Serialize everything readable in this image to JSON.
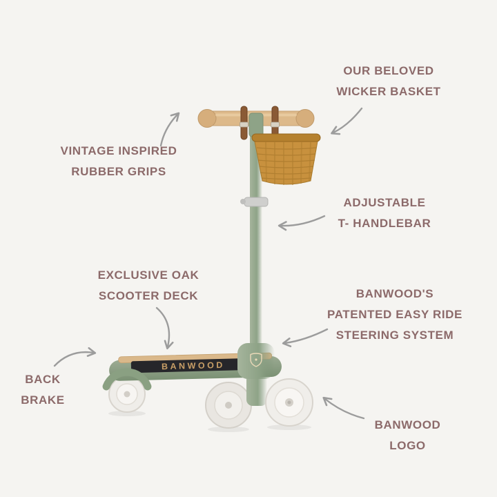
{
  "background": "#f5f4f1",
  "colors": {
    "label_text": "#8c6a6a",
    "arrow": "#9c9c9c",
    "frame_green": "#8ea387",
    "basket_wicker": "#c8913e",
    "handlebar_wood": "#ddb98a",
    "wheel_white": "#efede9",
    "strap_leather": "#8a5a35",
    "grip_tape_black": "#26262a"
  },
  "scooter": {
    "deck_logo": "BANWOOD"
  },
  "annotations": [
    {
      "id": "wicker-basket",
      "lines": [
        "OUR BELOVED",
        "WICKER BASKET"
      ]
    },
    {
      "id": "rubber-grips",
      "lines": [
        "VINTAGE INSPIRED",
        "RUBBER GRIPS"
      ]
    },
    {
      "id": "adjustable-handlebar",
      "lines": [
        "ADJUSTABLE",
        "T- HANDLEBAR"
      ]
    },
    {
      "id": "scooter-deck",
      "lines": [
        "EXCLUSIVE OAK",
        "SCOOTER DECK"
      ]
    },
    {
      "id": "steering-system",
      "lines": [
        "BANWOOD'S",
        "PATENTED EASY RIDE",
        "STEERING SYSTEM"
      ]
    },
    {
      "id": "back-brake",
      "lines": [
        "BACK",
        "BRAKE"
      ]
    },
    {
      "id": "banwood-logo",
      "lines": [
        "BANWOOD",
        "LOGO"
      ]
    }
  ]
}
